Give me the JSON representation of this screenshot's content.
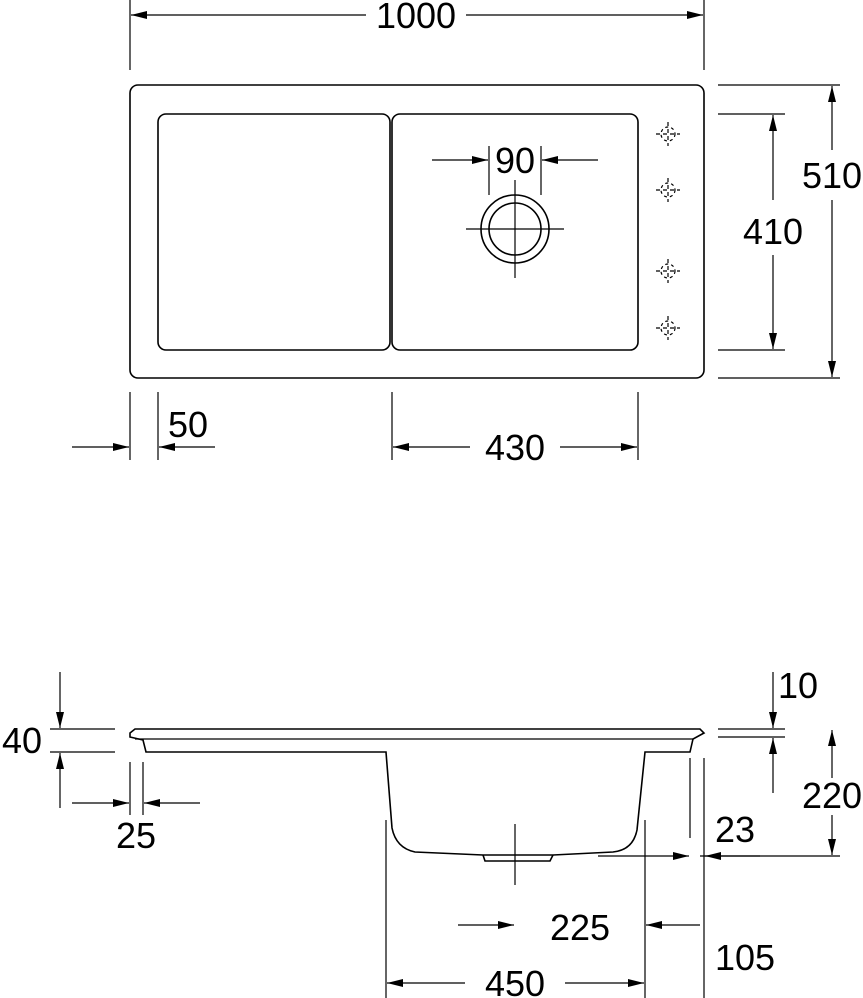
{
  "plan_view": {
    "overall_width": "1000",
    "overall_depth": "510",
    "bowl_depth": "410",
    "waste_diameter": "90",
    "left_margin": "50",
    "bowl_width": "430"
  },
  "section_view": {
    "rim_thickness": "10",
    "overall_height": "40",
    "drainer_edge": "25",
    "bowl_height": "220",
    "edge_offset": "23",
    "waste_offset": "225",
    "bowl_width": "450",
    "right_offset": "105"
  },
  "colors": {
    "line": "#000000",
    "background": "#ffffff"
  }
}
